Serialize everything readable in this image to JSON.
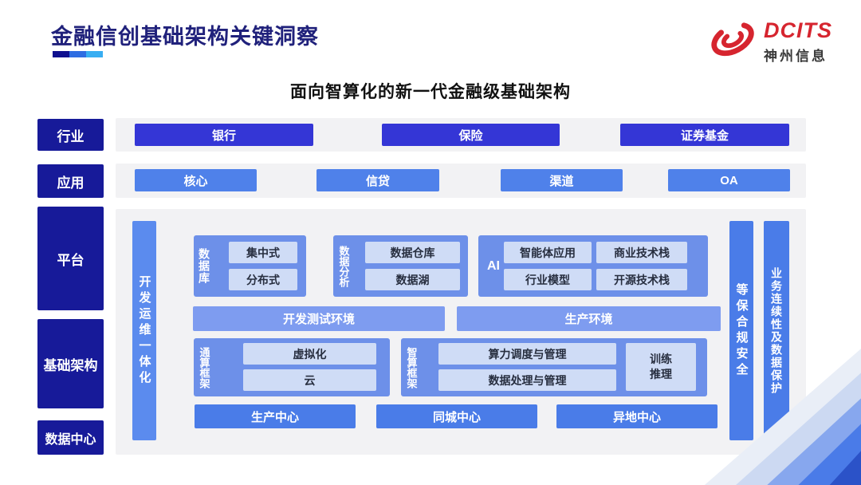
{
  "header": {
    "title": "金融信创基础架构关键洞察",
    "logo": {
      "brand": "DCITS",
      "company": "神州信息"
    }
  },
  "subtitle": "面向智算化的新一代金融级基础架构",
  "rows": {
    "industry": "行业",
    "application": "应用",
    "platform": "平台",
    "infrastructure": "基础架构",
    "datacenter": "数据中心"
  },
  "industry": [
    "银行",
    "保险",
    "证券基金"
  ],
  "application": [
    "核心",
    "信贷",
    "渠道",
    "OA"
  ],
  "bars": {
    "devops": "开发运维一体化",
    "security": "等保合规安全",
    "continuity": "业务连续性及数据保护"
  },
  "platform": {
    "database": {
      "label": "数据库",
      "items": [
        "集中式",
        "分布式"
      ]
    },
    "analytics": {
      "label": "数据分析",
      "items": [
        "数据仓库",
        "数据湖"
      ]
    },
    "ai": {
      "label": "AI",
      "items": [
        "智能体应用",
        "商业技术栈",
        "行业模型",
        "开源技术栈"
      ]
    },
    "env": [
      "开发测试环境",
      "生产环境"
    ],
    "general": {
      "label": "通算框架",
      "items": [
        "虚拟化",
        "云"
      ]
    },
    "intelligent": {
      "label": "智算框架",
      "items": [
        "算力调度与管理",
        "数据处理与管理"
      ],
      "side": "训练推理"
    }
  },
  "centers": [
    "生产中心",
    "同城中心",
    "异地中心"
  ],
  "colors": {
    "navy": "#171a99",
    "title_navy": "#20217b",
    "primary_blue": "#3436d6",
    "secondary_blue": "#4f81ea",
    "group_blue": "#6d90e9",
    "light_box": "#cfdcf6",
    "panel_gray": "#f2f2f4",
    "brand_red": "#d6252f"
  }
}
